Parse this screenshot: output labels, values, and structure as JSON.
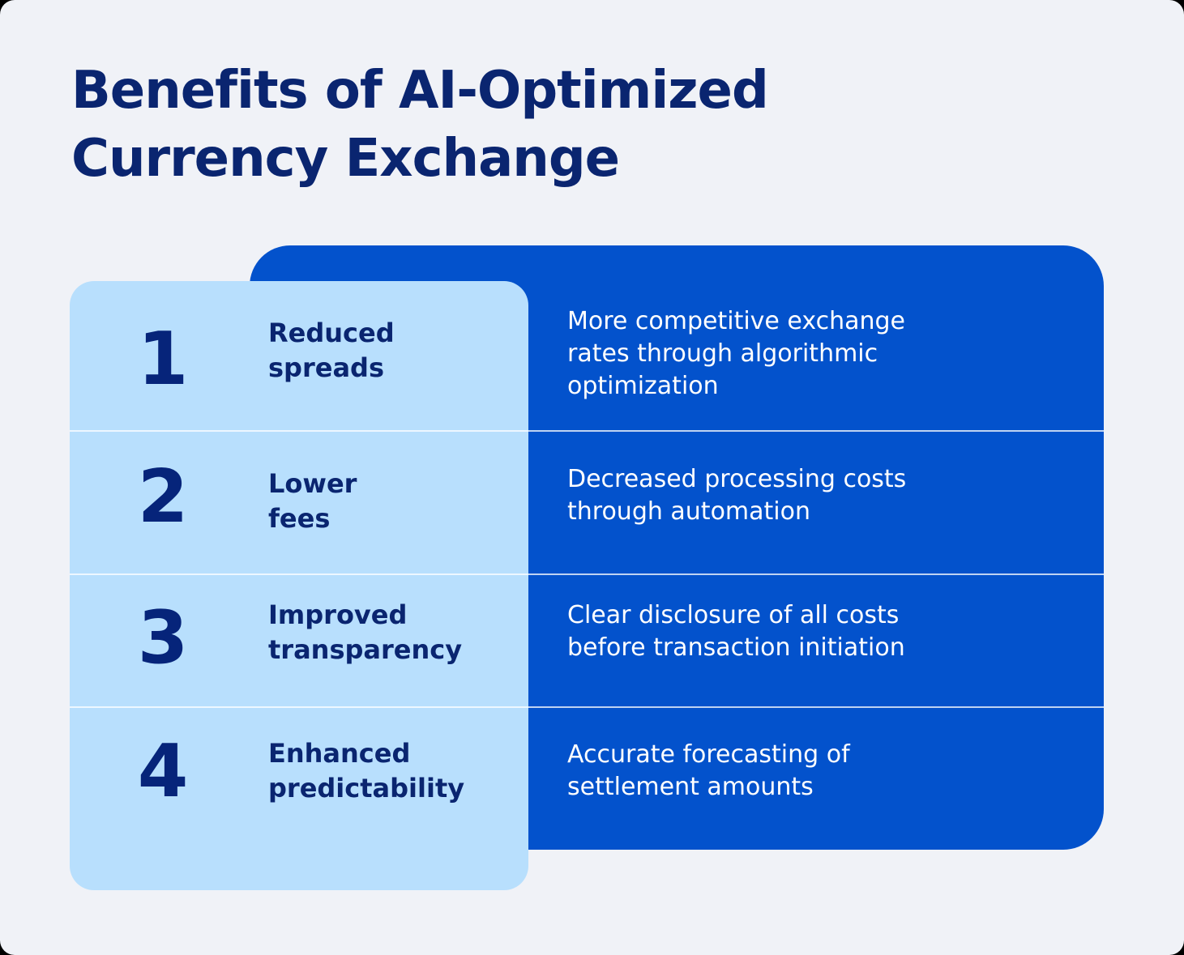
{
  "title": {
    "line1": "Benefits of AI-Optimized",
    "line2": "Currency Exchange"
  },
  "colors": {
    "background": "#f0f2f7",
    "title": "#0a2570",
    "light_panel": "#b8dffd",
    "blue_panel": "#0352cc",
    "number": "#06247a",
    "description": "#ffffff"
  },
  "benefits": [
    {
      "number": "1",
      "label_line1": "Reduced",
      "label_line2": "spreads",
      "desc_line1": "More competitive exchange",
      "desc_line2": "rates through algorithmic",
      "desc_line3": "optimization"
    },
    {
      "number": "2",
      "label_line1": "Lower",
      "label_line2": "fees",
      "desc_line1": "Decreased processing costs",
      "desc_line2": "through automation",
      "desc_line3": ""
    },
    {
      "number": "3",
      "label_line1": "Improved",
      "label_line2": "transparency",
      "desc_line1": "Clear disclosure of all costs",
      "desc_line2": "before transaction initiation",
      "desc_line3": ""
    },
    {
      "number": "4",
      "label_line1": "Enhanced",
      "label_line2": "predictability",
      "desc_line1": "Accurate forecasting of",
      "desc_line2": "settlement amounts",
      "desc_line3": ""
    }
  ]
}
